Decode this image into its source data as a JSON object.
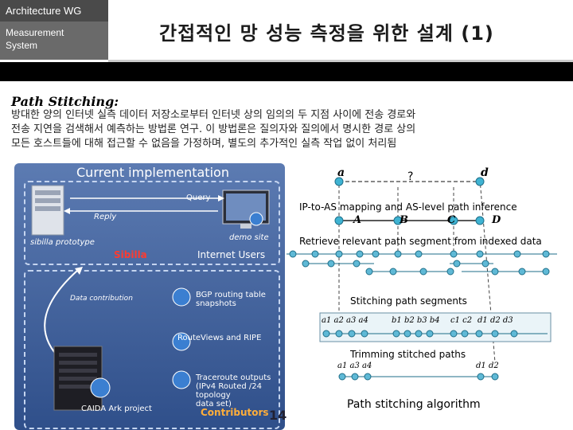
{
  "header": {
    "top_label": "Architecture WG",
    "sub_label_line1": "Measurement",
    "sub_label_line2": "System",
    "title": "간접적인 망 성능 측정을 위한 설계 (1)"
  },
  "section": {
    "title": "Path Stitching:",
    "body_line1": "방대한 양의 인터넷 실측 데이터 저장소로부터 인터넷 상의 임의의 두 지점 사이에 전송 경로와",
    "body_line2": "전송 지연을 검색해서 예측하는 방법론 연구. 이 방법론은 질의자와 질의에서 명시한 경로 상의",
    "body_line3": "모든 호스트들에 대해 접근할 수 없음을 가정하며, 별도의 추가적인 실측 작업 없이 처리됨"
  },
  "diagram": {
    "title": "Current implementation",
    "query": "Query",
    "reply": "Reply",
    "sibilla_prototype": "sibilla prototype",
    "demo_site": "demo site",
    "sibilla": "Sibilla",
    "internet_users": "Internet Users",
    "data_contribution": "Data contribution",
    "bgp_line1": "BGP routing table",
    "bgp_line2": "snapshots",
    "routeviews": "RouteViews and RIPE",
    "traceroute_line1": "Traceroute outputs",
    "traceroute_line2": "(IPv4 Routed /24 topology",
    "traceroute_line3": "data set)",
    "caida": "CAIDA Ark project",
    "contributors": "Contributors",
    "page_number": "14"
  },
  "algorithm": {
    "node_a": "a",
    "node_q": "?",
    "node_d": "d",
    "step1": "IP-to-AS mapping and AS-level path inference",
    "as_A": "A",
    "as_B": "B",
    "as_C": "C",
    "as_D": "D",
    "step2": "Retrieve relevant path segment from indexed data",
    "step3": "Stitching path segments",
    "step3_seq_a": "a1 a2 a3 a4",
    "step3_seq_b": "b1 b2 b3 b4",
    "step3_seq_c": "c1 c2",
    "step3_seq_d": "d1 d2 d3",
    "step4": "Trimming stitched paths",
    "step4_seq_a": "a1 a3 a4",
    "step4_seq_d": "d1 d2",
    "caption": "Path stitching algorithm"
  },
  "colors": {
    "node_fill": "#5fb9d6",
    "panel_top": "#5c7bb2",
    "panel_bottom": "#2f4f8a",
    "sibilla_red": "#ff3b2f",
    "contributors_orange": "#ffae3a"
  }
}
